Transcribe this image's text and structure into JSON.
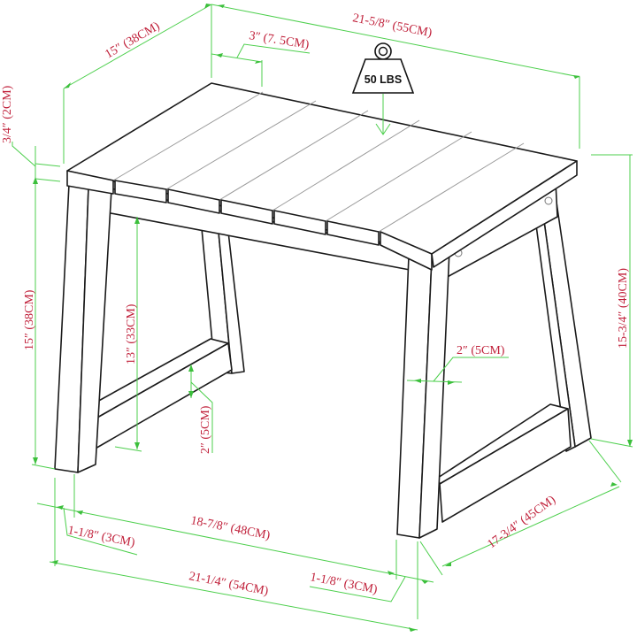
{
  "diagram": {
    "subject": "Wooden side table / bench with slatted top and trapezoid legs",
    "load_indicator": {
      "label": "50 LBS",
      "icon": "weight-icon"
    },
    "dimensions": {
      "top_depth": "15″ (38CM)",
      "top_width": "21-5/8″ (55CM)",
      "slat_width": "3″ (7. 5CM)",
      "top_thickness": "3/4″ (2CM)",
      "overall_height_left": "15″ (38CM)",
      "inner_clearance_height": "13″ (33CM)",
      "stretcher_height": "2″ (5CM)",
      "leg_width_side": "2″ (5CM)",
      "overall_height_right": "15-3/4″ (40CM)",
      "leg_span_inner": "18-7/8″ (48CM)",
      "leg_thickness_left": "1-1/8″ (3CM)",
      "base_width": "21-1/4″ (54CM)",
      "leg_thickness_right": "1-1/8″ (3CM)",
      "base_depth": "17-3/4″ (45CM)"
    },
    "colors": {
      "dimension_line": "#4ccf4c",
      "dimension_text": "#c0203a",
      "outline": "#1a1a1a",
      "background": "#ffffff"
    }
  }
}
